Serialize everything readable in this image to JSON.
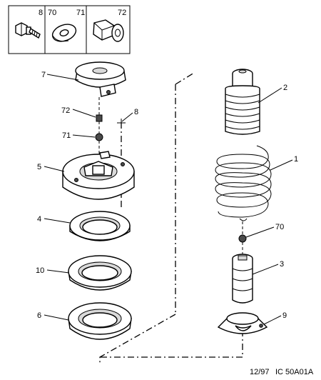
{
  "header_refs": [
    "8",
    "70",
    "71",
    "72"
  ],
  "callouts": {
    "c1": "1",
    "c2": "2",
    "c3": "3",
    "c4": "4",
    "c5": "5",
    "c6": "6",
    "c7": "7",
    "c8": "8",
    "c9": "9",
    "c10": "10",
    "c70": "70",
    "c71": "71",
    "c72": "72"
  },
  "footer": {
    "date": "12/97",
    "code": "IC 50A01A"
  }
}
